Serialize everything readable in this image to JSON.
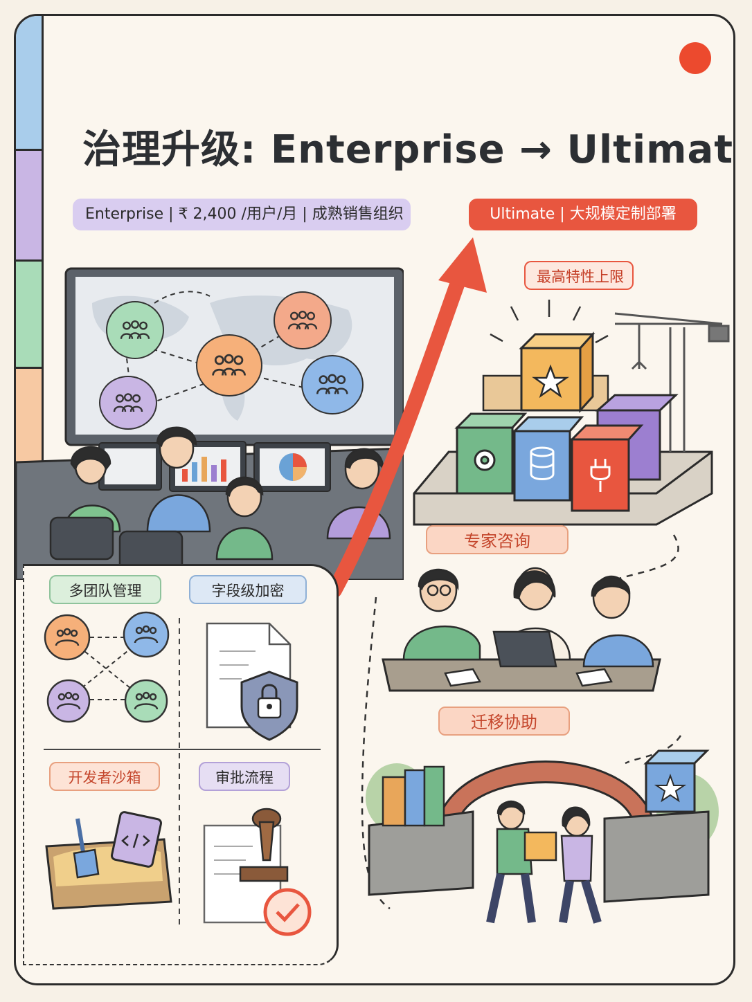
{
  "title": "治理升级: Enterprise → Ultimate",
  "enterprise_pill": "Enterprise | ₹ 2,400 /用户/月 | 成熟销售组织",
  "ultimate_pill": "Ultimate | 大规模定制部署",
  "ultimate_features": {
    "top": "最高特性上限",
    "consult": "专家咨询",
    "migration": "迁移协助"
  },
  "enterprise_features": {
    "multi_team": "多团队管理",
    "field_encryption": "字段级加密",
    "dev_sandbox": "开发者沙箱",
    "approval": "审批流程"
  },
  "colors": {
    "blue": "#a9cdeb",
    "purple": "#c9b6e4",
    "green": "#a9dcb8",
    "orange": "#f7c9a3",
    "red": "#e8563f",
    "accent_dot": "#ec4a2e"
  },
  "icons": [
    "team-icon",
    "gear-icon",
    "database-icon",
    "plug-icon",
    "star-icon",
    "shield-lock-icon",
    "stamp-icon",
    "code-icon",
    "shovel-icon",
    "crane-icon",
    "arrow-up-icon"
  ]
}
